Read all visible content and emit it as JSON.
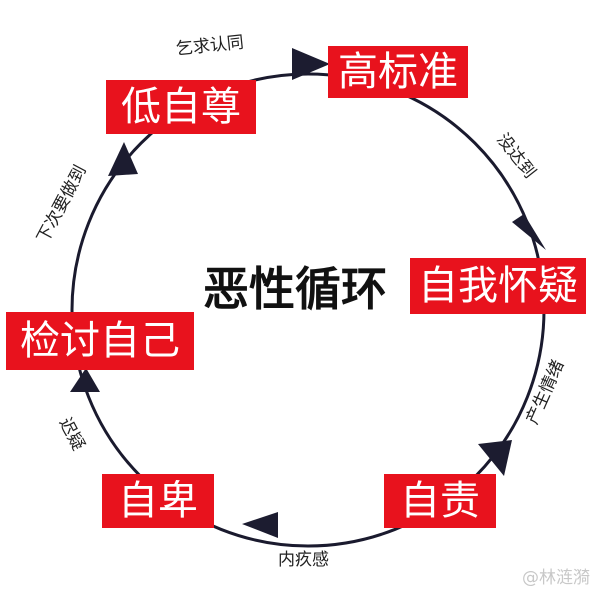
{
  "diagram": {
    "center_title": "恶性循环",
    "nodes": {
      "high_standard": "高标准",
      "self_doubt": "自我怀疑",
      "self_blame": "自责",
      "inferiority": "自卑",
      "self_review": "检讨自己",
      "low_self_esteem": "低自尊"
    },
    "edges": {
      "not_reached": "没达到",
      "emotion_arises": "产生情绪",
      "guilt": "内疚感",
      "reflect": "迟疑",
      "do_next_time": "下次要做到",
      "seek_approval": "乞求认同"
    }
  },
  "watermark": "@林涟漪",
  "colors": {
    "node_fill": "#e8121d",
    "node_text": "#ffffff",
    "ring": "#1a1a2e",
    "arrow": "#1c1c30"
  }
}
